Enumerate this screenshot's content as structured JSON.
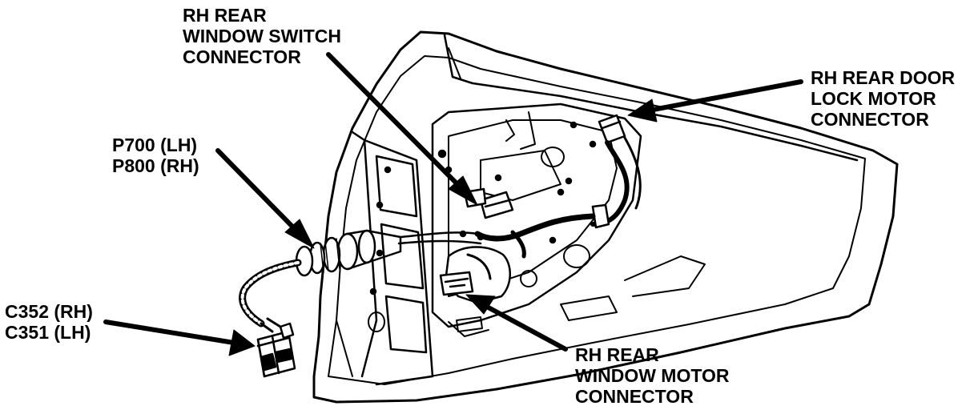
{
  "labels": {
    "window_switch": [
      "RH REAR",
      "WINDOW SWITCH",
      "CONNECTOR"
    ],
    "door_lock": [
      "RH REAR DOOR",
      "LOCK MOTOR",
      "CONNECTOR"
    ],
    "p_connector": [
      "P700 (LH)",
      "P800 (RH)"
    ],
    "c_connector": [
      "C352 (RH)",
      "C351 (LH)"
    ],
    "window_motor": [
      "RH REAR",
      "WINDOW MOTOR",
      "CONNECTOR"
    ]
  },
  "colors": {
    "ink": "#000000",
    "paper": "#ffffff"
  }
}
